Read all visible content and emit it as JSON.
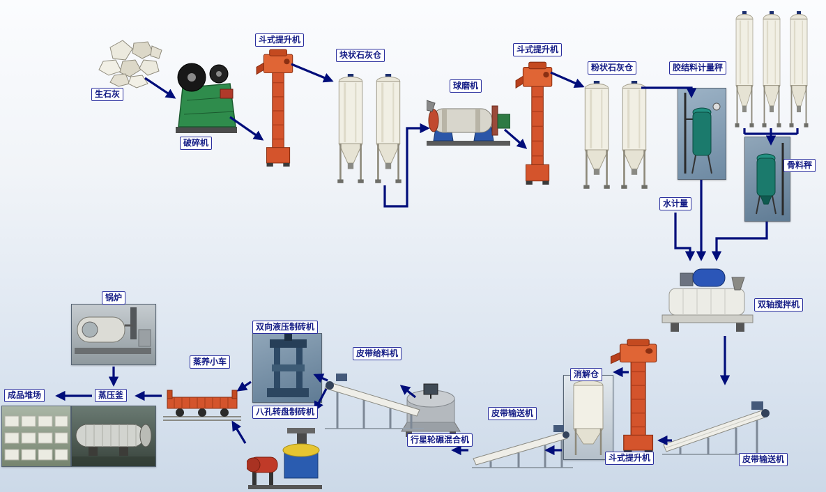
{
  "page": {
    "type": "process-flow-diagram",
    "language": "zh-CN"
  },
  "colors": {
    "background_top": "#fbfcfe",
    "background_bottom": "#ccd9e8",
    "arrow": "#000d7a",
    "label_border": "#2a2f9e",
    "label_text": "#151d86",
    "elevator_body": "#d4542c",
    "silo_body": "#f1efe4",
    "crusher_body": "#2f8c4c",
    "mixer_motor": "#2b56b8"
  },
  "labels": [
    {
      "id": "quicklime",
      "text": "生石灰"
    },
    {
      "id": "crusher",
      "text": "破碎机"
    },
    {
      "id": "bucket-elevator-1",
      "text": "斗式提升机"
    },
    {
      "id": "lump-lime-silo",
      "text": "块状石灰仓"
    },
    {
      "id": "ball-mill",
      "text": "球磨机"
    },
    {
      "id": "bucket-elevator-2",
      "text": "斗式提升机"
    },
    {
      "id": "powder-lime-silo",
      "text": "粉状石灰仓"
    },
    {
      "id": "binder-scale",
      "text": "胶结料计量秤"
    },
    {
      "id": "aggregate-scale",
      "text": "骨料秤"
    },
    {
      "id": "water-meter",
      "text": "水计量"
    },
    {
      "id": "twin-shaft-mixer",
      "text": "双轴搅拌机"
    },
    {
      "id": "belt-conveyor-right",
      "text": "皮带输送机"
    },
    {
      "id": "bucket-elevator-3",
      "text": "斗式提升机"
    },
    {
      "id": "digestion-silo",
      "text": "消解仓"
    },
    {
      "id": "belt-conveyor-mid",
      "text": "皮带输送机"
    },
    {
      "id": "planetary-mixer",
      "text": "行星轮碾混合机"
    },
    {
      "id": "belt-feeder",
      "text": "皮带给料机"
    },
    {
      "id": "hydraulic-brick-machine",
      "text": "双向液压制砖机"
    },
    {
      "id": "rotary-brick-machine",
      "text": "八孔转盘制砖机"
    },
    {
      "id": "curing-trolley",
      "text": "蒸养小车"
    },
    {
      "id": "autoclave",
      "text": "蒸压釜"
    },
    {
      "id": "boiler",
      "text": "锅炉"
    },
    {
      "id": "product-yard",
      "text": "成品堆场"
    }
  ],
  "connections": [
    {
      "from": "quicklime",
      "to": "crusher"
    },
    {
      "from": "crusher",
      "to": "bucket-elevator-1"
    },
    {
      "from": "bucket-elevator-1",
      "to": "lump-lime-silo"
    },
    {
      "from": "lump-lime-silo",
      "to": "ball-mill"
    },
    {
      "from": "ball-mill",
      "to": "bucket-elevator-2"
    },
    {
      "from": "bucket-elevator-2",
      "to": "powder-lime-silo"
    },
    {
      "from": "powder-lime-silo",
      "to": "binder-scale"
    },
    {
      "from": "storage-silos",
      "to": "aggregate-scale"
    },
    {
      "from": "binder-scale",
      "to": "twin-shaft-mixer"
    },
    {
      "from": "water-meter",
      "to": "twin-shaft-mixer"
    },
    {
      "from": "aggregate-scale",
      "to": "twin-shaft-mixer"
    },
    {
      "from": "twin-shaft-mixer",
      "to": "belt-conveyor-right"
    },
    {
      "from": "belt-conveyor-right",
      "to": "bucket-elevator-3"
    },
    {
      "from": "bucket-elevator-3",
      "to": "digestion-silo"
    },
    {
      "from": "digestion-silo",
      "to": "belt-conveyor-mid"
    },
    {
      "from": "belt-conveyor-mid",
      "to": "planetary-mixer"
    },
    {
      "from": "planetary-mixer",
      "to": "belt-feeder"
    },
    {
      "from": "belt-feeder",
      "to": "hydraulic-brick-machine"
    },
    {
      "from": "belt-feeder",
      "to": "rotary-brick-machine"
    },
    {
      "from": "hydraulic-brick-machine",
      "to": "curing-trolley"
    },
    {
      "from": "rotary-brick-machine",
      "to": "curing-trolley"
    },
    {
      "from": "curing-trolley",
      "to": "autoclave"
    },
    {
      "from": "boiler",
      "to": "autoclave"
    },
    {
      "from": "autoclave",
      "to": "product-yard"
    }
  ]
}
